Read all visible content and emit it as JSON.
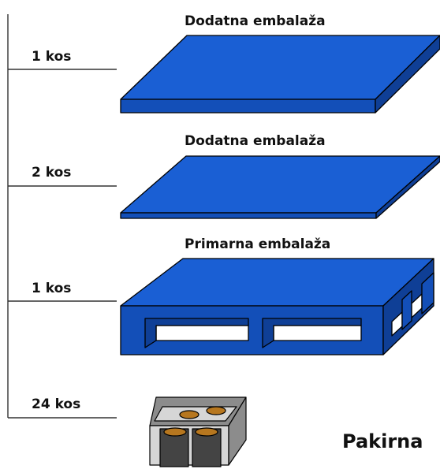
{
  "levels": [
    {
      "label": "Dodatna embalaža",
      "quantity": "1 kos"
    },
    {
      "label": "Dodatna embalaža",
      "quantity": "2 kos"
    },
    {
      "label": "Primarna embalaža",
      "quantity": "1 kos"
    },
    {
      "label": "",
      "quantity": "24 kos"
    }
  ],
  "footer": {
    "text": "Pakirna"
  },
  "colors": {
    "pallet_top": "#1a5fd4",
    "pallet_front": "#134fb8",
    "pallet_side": "#0f3f96",
    "outline": "#000000",
    "box_light": "#d6d6d6",
    "box_dark": "#8c8c8c",
    "cell": "#444444",
    "coil": "#b7771f"
  }
}
